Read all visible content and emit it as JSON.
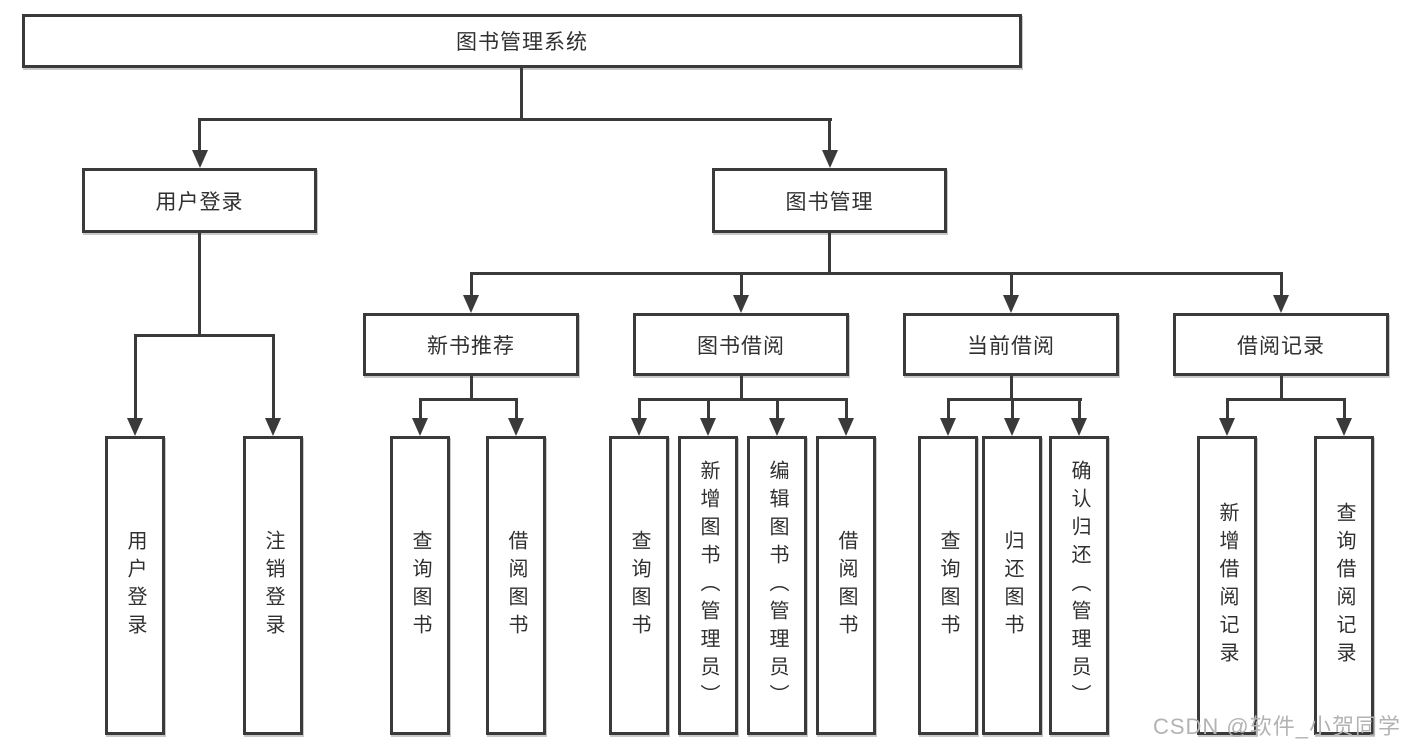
{
  "diagram": {
    "root": {
      "label": "图书管理系统",
      "children": [
        {
          "label": "用户登录",
          "children": [
            {
              "label": "用户登录"
            },
            {
              "label": "注销登录"
            }
          ]
        },
        {
          "label": "图书管理",
          "children": [
            {
              "label": "新书推荐",
              "children": [
                {
                  "label": "查询图书"
                },
                {
                  "label": "借阅图书"
                }
              ]
            },
            {
              "label": "图书借阅",
              "children": [
                {
                  "label": "查询图书"
                },
                {
                  "label": "新增图书（管理员）"
                },
                {
                  "label": "编辑图书（管理员）"
                },
                {
                  "label": "借阅图书"
                }
              ]
            },
            {
              "label": "当前借阅",
              "children": [
                {
                  "label": "查询图书"
                },
                {
                  "label": "归还图书"
                },
                {
                  "label": "确认归还（管理员）"
                }
              ]
            },
            {
              "label": "借阅记录",
              "children": [
                {
                  "label": "新增借阅记录"
                },
                {
                  "label": "查询借阅记录"
                }
              ]
            }
          ]
        }
      ]
    }
  },
  "watermark": "CSDN @软件_小贺同学",
  "colors": {
    "line": "#3a3a3a",
    "text": "#303030",
    "watermark": "#b3b3b3",
    "background": "#ffffff"
  }
}
